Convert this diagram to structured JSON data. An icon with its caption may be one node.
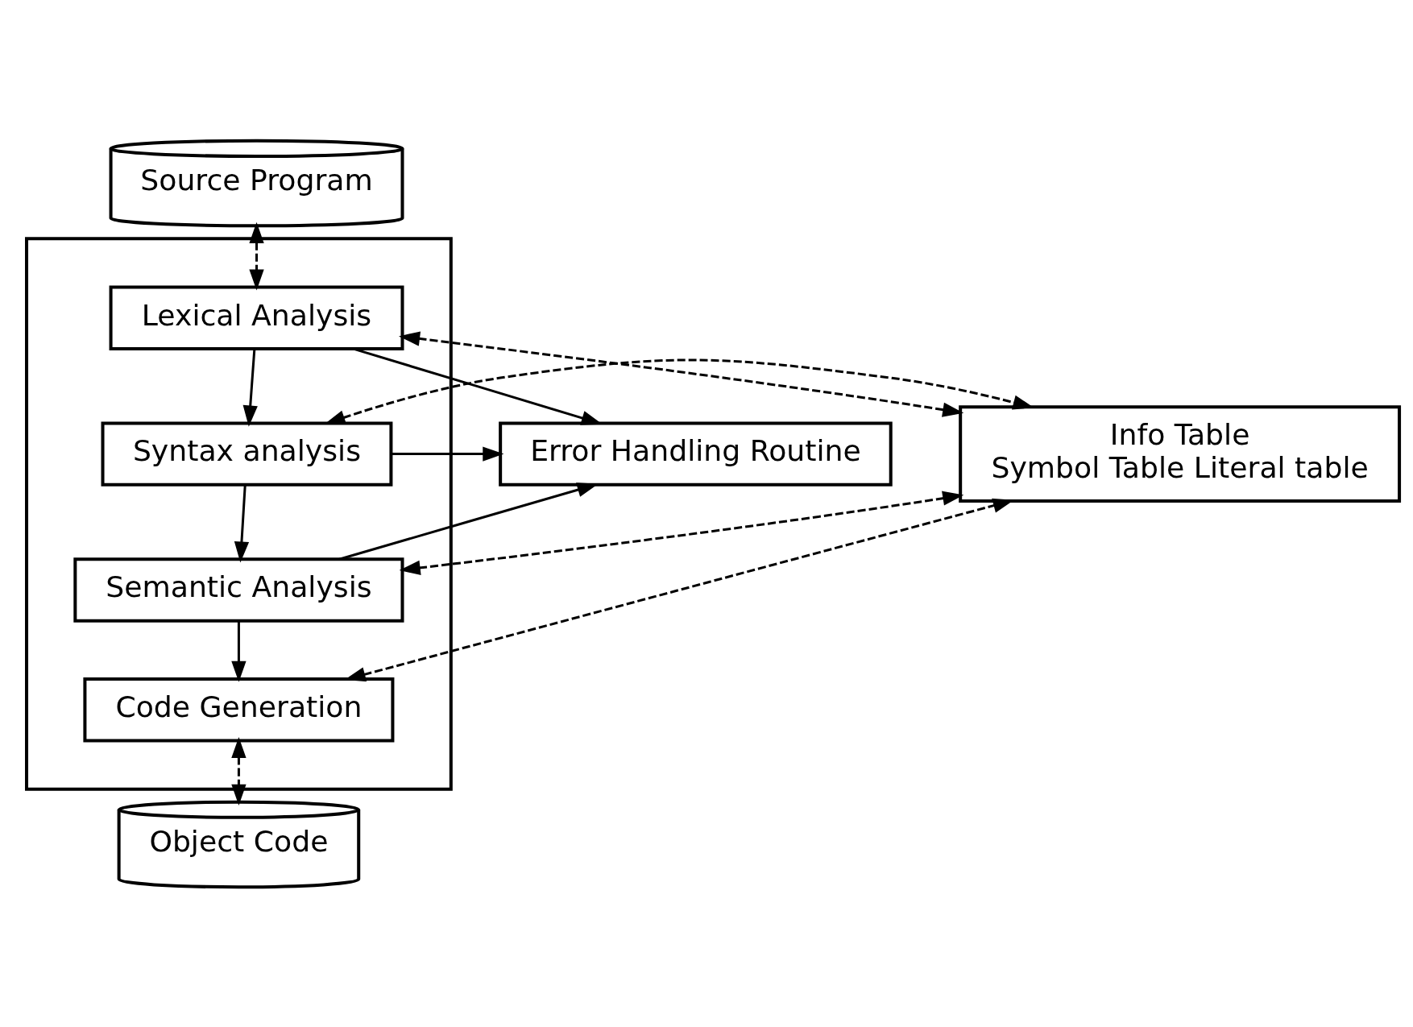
{
  "diagram": {
    "nodes": [
      {
        "text": [
          "Source Program"
        ]
      },
      {
        "text": [],
        "shape": "box"
      },
      {
        "text": [
          "Lexical Analysis"
        ],
        "in": 1
      },
      {
        "text": [
          "Syntax analysis"
        ],
        "in": 1
      },
      {
        "text": [
          "Semantic Analysis"
        ],
        "in": 1
      },
      {
        "text": [
          "Code Generation"
        ],
        "in": 1
      },
      {
        "text": [
          "Error Handling Routine"
        ]
      },
      {
        "text": [
          "Info Table",
          "Symbol Table Literal table"
        ]
      },
      {
        "text": [
          "Object Code"
        ]
      }
    ],
    "edges": [
      {
        "from": 0,
        "to": 2,
        "arrow": "both",
        "style": "dashed"
      },
      {
        "from": 2,
        "to": 6,
        "arrow": "to"
      },
      {
        "from": 3,
        "to": 6,
        "arrow": "to"
      },
      {
        "from": 4,
        "to": 6,
        "arrow": "to"
      },
      {
        "from": 2,
        "to": 3,
        "arrow": "to"
      },
      {
        "from": 3,
        "to": 4,
        "arrow": "to"
      },
      {
        "from": 4,
        "to": 5,
        "arrow": "to"
      },
      {
        "from": 2,
        "to": 7,
        "arrow": "both",
        "style": "dashed"
      },
      {
        "from": 3,
        "to": 7,
        "arrow": "both",
        "style": "dashed"
      },
      {
        "from": 4,
        "to": 7,
        "arrow": "both",
        "style": "dashed"
      },
      {
        "from": 5,
        "to": 7,
        "arrow": "both",
        "style": "dashed"
      },
      {
        "from": 5,
        "to": 8,
        "arrow": "both",
        "style": "dashed"
      }
    ]
  }
}
